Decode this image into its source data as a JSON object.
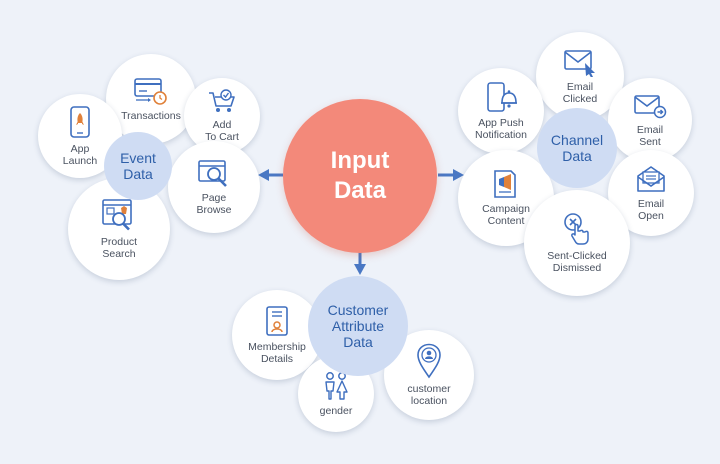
{
  "center": {
    "label": "Input\nData"
  },
  "categories": {
    "event": "Event\nData",
    "channel": "Channel\nData",
    "customer": "Customer\nAttribute\nData"
  },
  "event_items": {
    "transactions": "Transactions",
    "add_to_cart": "Add\nTo Cart",
    "app_launch": "App\nLaunch",
    "page_browse": "Page\nBrowse",
    "product_search": "Product\nSearch"
  },
  "channel_items": {
    "email_clicked": "Email\nClicked",
    "app_push": "App Push\nNotification",
    "email_sent": "Email\nSent",
    "campaign_content": "Campaign\nContent",
    "email_open": "Email\nOpen",
    "sent_clicked_dismissed": "Sent-Clicked\nDismissed"
  },
  "customer_items": {
    "membership": "Membership\nDetails",
    "gender": "gender",
    "location": "customer\nlocation"
  },
  "colors": {
    "accent_blue": "#4a78c4",
    "center_fill": "#f3897a",
    "category_fill": "#cfdcf3",
    "icon_blue": "#3f6fbf"
  }
}
